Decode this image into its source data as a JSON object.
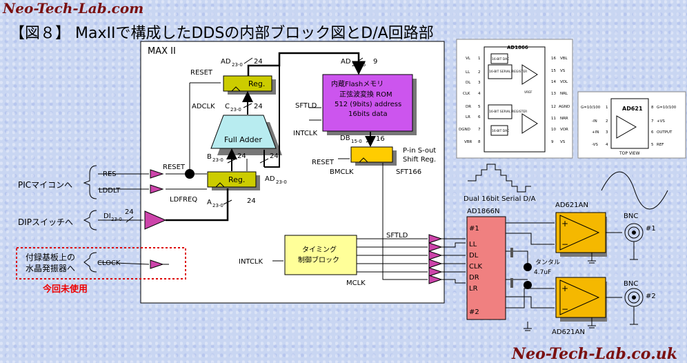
{
  "header": {
    "watermark_top": "Neo-Tech-Lab.com",
    "title": "【図８】 MaxIIで構成したDDSの内部ブロック図とD/A回路部",
    "watermark_bottom": "Neo-Tech-Lab.co.uk"
  },
  "maxii": {
    "label": "MAX II"
  },
  "blocks": {
    "reg_top": "Reg.",
    "reg_bottom": "Reg.",
    "full_adder": "Full Adder",
    "rom_line1": "内蔵Flashメモリ",
    "rom_line2": "正弦波変換 ROM",
    "rom_line3": "512 (9bits) address",
    "rom_line4": "16bits data",
    "shift_line1": "P-in S-out",
    "shift_line2": "Shift Reg.",
    "timing_line1": "タイミング",
    "timing_line2": "制御ブロック",
    "dac_label": "AD1866N",
    "dac_pin1": "#1",
    "dac_pin2": "#2",
    "dac_ll": "LL",
    "dac_dl": "DL",
    "dac_clk": "CLK",
    "dac_dr": "DR",
    "dac_lr": "LR",
    "amp_top": "AD621AN",
    "amp_bottom": "AD621AN"
  },
  "signals": {
    "res": "RES",
    "lddlt": "LDDLT",
    "di": "DI",
    "di_sub": "23-0",
    "clock": "CLOCK",
    "reset1": "RESET",
    "reset2": "RESET",
    "reset3": "RESET",
    "adclk": "ADCLK",
    "ldfreq": "LDFREQ",
    "intclk1": "INTCLK",
    "intclk2": "INTCLK",
    "sftld1": "SFTLD",
    "sftld2": "SFTLD",
    "bmclk": "BMCLK",
    "sft166": "SFT166",
    "mclk": "MCLK",
    "ad_top": "AD",
    "ad_top_sub": "23-0",
    "ad_top_w": "24",
    "ad_rom": "AD",
    "ad_rom_sub": "23-15",
    "ad_rom_w": "9",
    "c": "C",
    "c_sub": "23-0",
    "c_w": "24",
    "b": "B",
    "b_sub": "23-0",
    "b_w1": "24",
    "b_w2": "24",
    "ad_right": "AD",
    "ad_right_sub": "23-0",
    "a": "A",
    "a_sub": "23-0",
    "a_w": "24",
    "di_w": "24",
    "db": "DB",
    "db_sub": "15-0",
    "db_w": "16"
  },
  "external": {
    "pic": "PICマイコンへ",
    "dip": "DIPスイッチへ",
    "xtal_line1": "付録基板上の",
    "xtal_line2": "水晶発振器へ",
    "unused": "今回未使用",
    "dual_da": "Dual 16bit Serial D/A",
    "cap_line1": "タンタル",
    "cap_line2": "4.7uF",
    "bnc_top": "BNC",
    "bnc_top_num": "#1",
    "bnc_bot": "BNC",
    "bnc_bot_num": "#2"
  },
  "chip_ad1866": {
    "name": "AD1866",
    "left_pins": [
      "VL",
      "LL",
      "DL",
      "CLK",
      "DR",
      "LR",
      "DGND",
      "VBR"
    ],
    "left_nums": [
      "1",
      "2",
      "3",
      "4",
      "5",
      "6",
      "7",
      "8"
    ],
    "right_pins": [
      "VBL",
      "VS",
      "VOL",
      "NRL",
      "AGND",
      "NRR",
      "VOR",
      "VS"
    ],
    "right_nums": [
      "16",
      "15",
      "14",
      "13",
      "12",
      "11",
      "10",
      "9"
    ],
    "blocks": [
      "16-BIT DAC",
      "16-BIT SERIAL REGISTER",
      "16-BIT SERIAL REGISTER",
      "16-BIT DAC"
    ],
    "vref": "VREF"
  },
  "chip_ad621": {
    "name": "AD621",
    "left_pins": [
      "G=10/100",
      "-IN",
      "+IN",
      "-VS"
    ],
    "left_nums": [
      "1",
      "2",
      "3",
      "4"
    ],
    "right_pins": [
      "G=10/100",
      "+VS",
      "OUTPUT",
      "REF"
    ],
    "right_nums": [
      "8",
      "7",
      "6",
      "5"
    ],
    "view": "TOP VIEW"
  }
}
